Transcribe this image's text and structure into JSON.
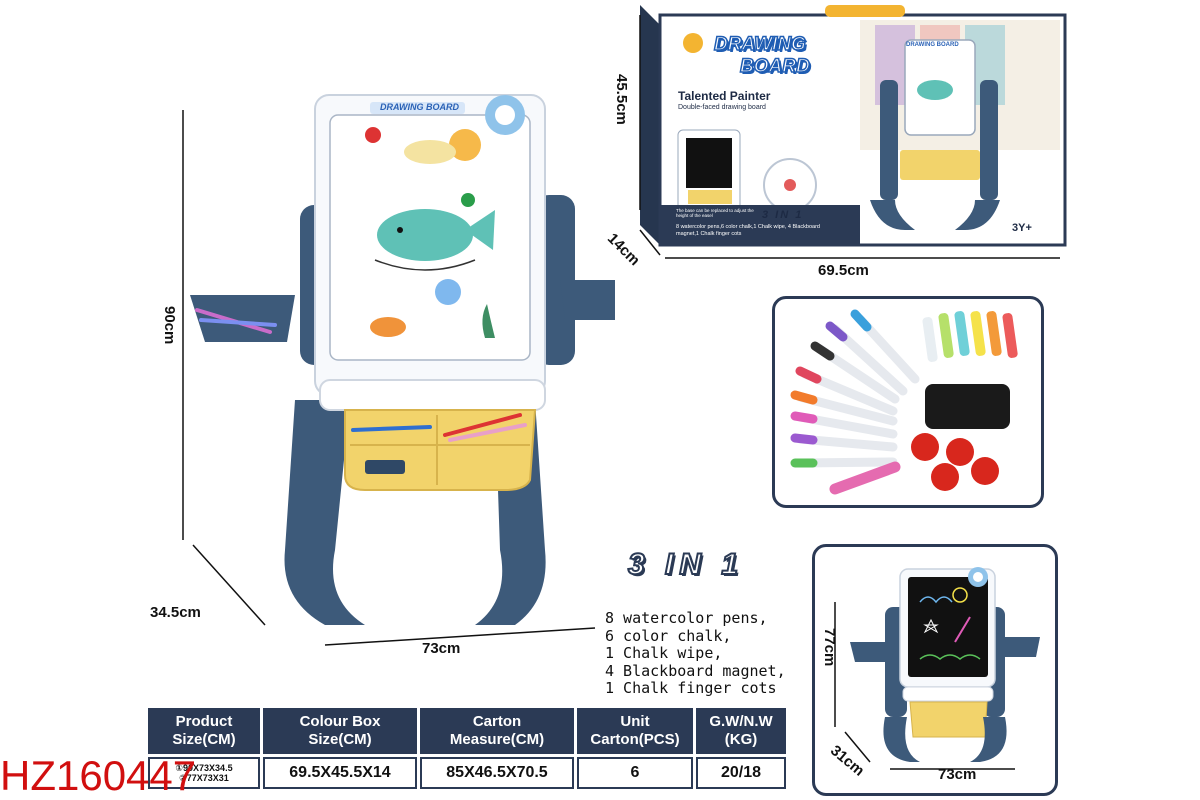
{
  "product": {
    "model_code": "HZ160447",
    "badge": "3 IN 1"
  },
  "main_dims": {
    "height": "90cm",
    "depth": "34.5cm",
    "width": "73cm"
  },
  "box": {
    "title_line1": "DRAWING",
    "title_line2": "BOARD",
    "subtitle": "Talented Painter",
    "tagline": "Double-faced drawing board",
    "age": "3Y+",
    "badge": "3 IN 1",
    "note": "The base can be replaced to adjust the height of the easel",
    "contents": "8 watercolor pens,6 color chalk,1 Chalk wipe, 4 Blackboard magnet,1 Chalk finger cots",
    "board_label": "DRAWING BOARD",
    "dims": {
      "height": "45.5cm",
      "depth": "14cm",
      "width": "69.5cm"
    }
  },
  "board_label": "DRAWING BOARD",
  "contents_list": [
    "8 watercolor pens,",
    "6 color chalk,",
    "1 Chalk wipe,",
    "4 Blackboard magnet,",
    "1 Chalk finger cots"
  ],
  "blackboard_dims": {
    "height": "77cm",
    "depth": "31cm",
    "width": "73cm"
  },
  "spec_table": {
    "headers": [
      [
        "Product",
        "Size(CM)"
      ],
      [
        "Colour Box",
        "Size(CM)"
      ],
      [
        "Carton",
        "Measure(CM)"
      ],
      [
        "Unit",
        "Carton(PCS)"
      ],
      [
        "G.W/N.W",
        "(KG)"
      ]
    ],
    "product_size_lines": [
      "①90X73X34.5",
      "②77X73X31"
    ],
    "values": [
      "69.5X45.5X14",
      "85X46.5X70.5",
      "6",
      "20/18"
    ]
  },
  "colors": {
    "navy": "#2b3a55",
    "easel_blue": "#3d5a7a",
    "tray_yellow": "#f2d36b",
    "code_red": "#d10f0f"
  }
}
